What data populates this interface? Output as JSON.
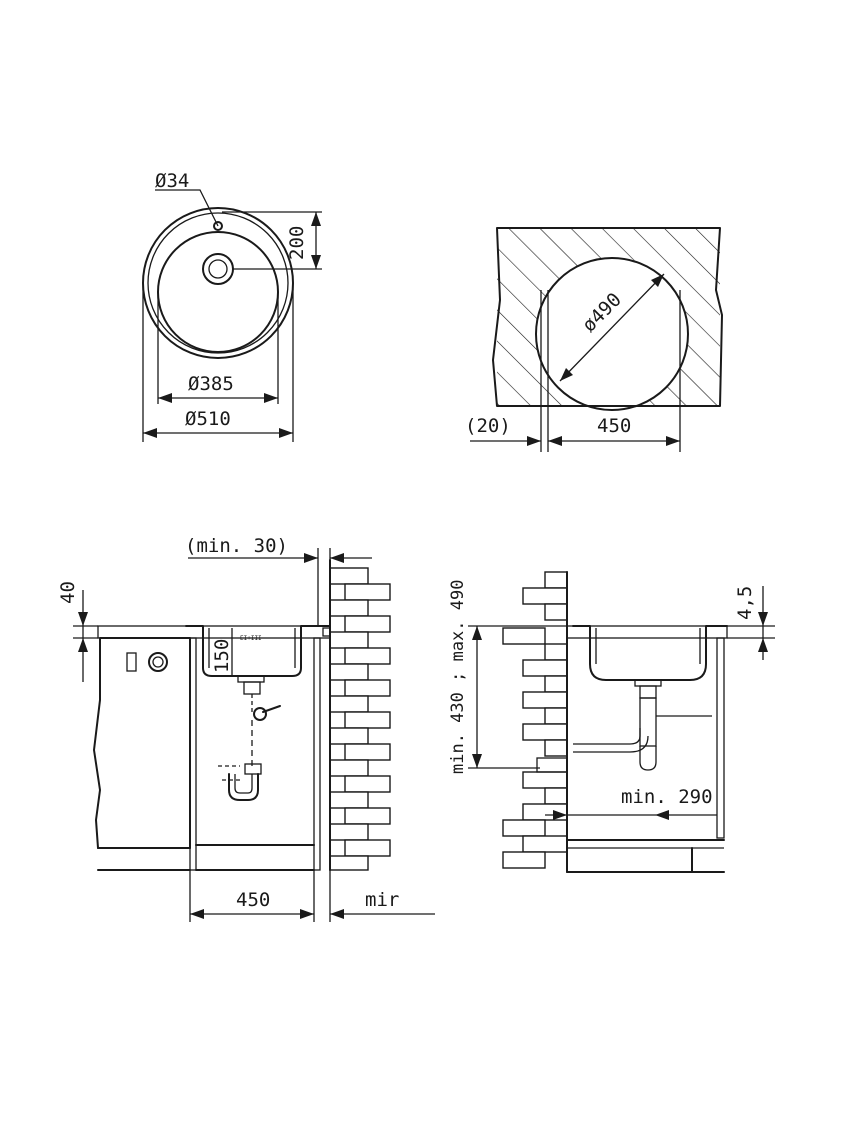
{
  "top_view": {
    "hole_dim": "Ø34",
    "depth_dim": "200",
    "bowl_dim": "Ø385",
    "outer_dim": "Ø510"
  },
  "cutout_view": {
    "cut_dim": "ø490",
    "offset_dim": "(20)",
    "width_dim": "450"
  },
  "section_left": {
    "wall_gap_dim": "(min. 30)",
    "worktop_dim": "40",
    "bowl_depth_dim": "150",
    "tiny_mark": "EI+III",
    "cabinet_dim": "450",
    "mirror_note": "mir"
  },
  "section_right": {
    "rim_dim": "4,5",
    "height_dim": "min. 430 ; max. 490",
    "clearance_dim": "min. 290"
  },
  "colors": {
    "ink": "#1a1a1a",
    "paper": "#ffffff"
  }
}
